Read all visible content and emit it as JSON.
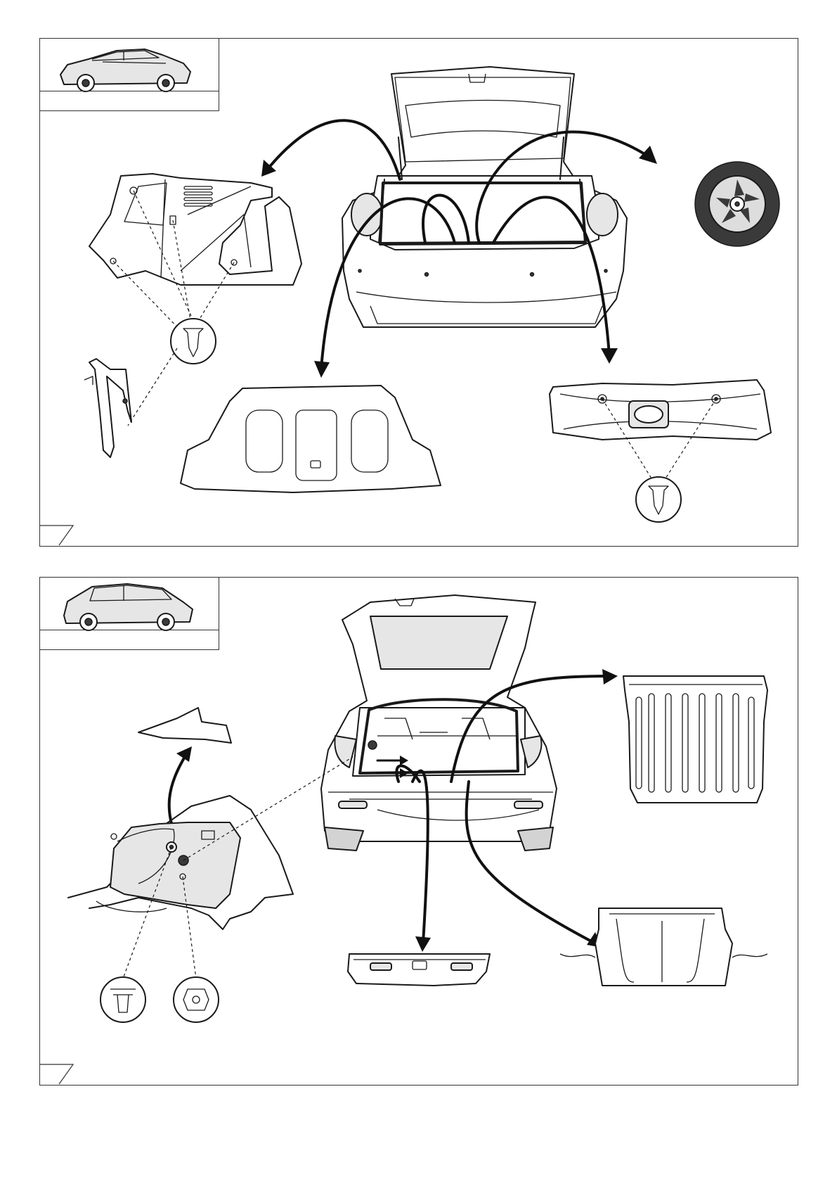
{
  "panels": [
    {
      "vehicle": "sedan",
      "thumbnail_caption": "",
      "parts": [
        "quarter-trim-panel",
        "trim-clip",
        "trunk-floor-panel",
        "spare-wheel",
        "rear-sill-trim-panel",
        "trunk-weatherstrip",
        "hook-bracket"
      ]
    },
    {
      "vehicle": "hatchback",
      "thumbnail_caption": "",
      "parts": [
        "quarter-trim-panel",
        "rear-window-trim",
        "floor-cover",
        "rear-sill-trim-panel",
        "parcel-shelf",
        "push-pin-clip",
        "retainer-clip"
      ]
    }
  ],
  "colors": {
    "line": "#1a1a1a",
    "panel_fill": "#e6e6e6",
    "background": "#ffffff"
  }
}
